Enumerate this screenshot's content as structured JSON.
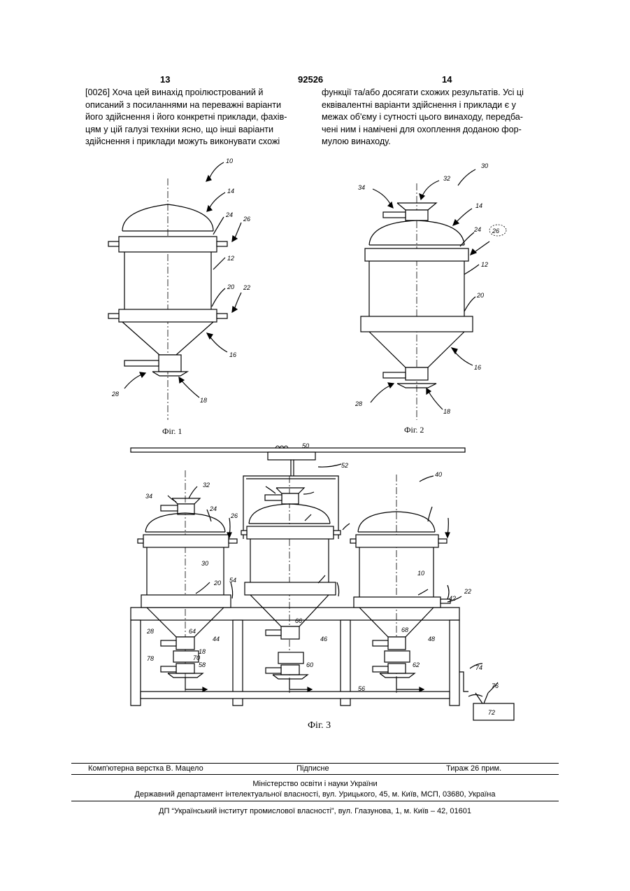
{
  "header": {
    "left_page": "13",
    "doc_number": "92526",
    "right_page": "14"
  },
  "body_text": {
    "left_lines": [
      "[0026] Хоча цей винахід проілюстрований й",
      "описаний з посиланнями на переважні варіанти",
      "його здійснення і його конкретні приклади, фахів-",
      "цям у цій галузі техніки ясно, що інші варіанти",
      "здійснення і приклади можуть виконувати схожі"
    ],
    "right_lines": [
      "функції та/або досягати схожих результатів. Усі ці",
      "еквівалентні варіанти здійснення і приклади є у",
      "межах об'єму і сутності цього винаходу, передба-",
      "чені ним і намічені для охоплення доданою фор-",
      "мулою винаходу."
    ]
  },
  "figures": {
    "fig1": {
      "caption": "Фіг. 1",
      "labels": [
        "10",
        "14",
        "24",
        "26",
        "12",
        "20",
        "22",
        "16",
        "28",
        "18"
      ]
    },
    "fig2": {
      "caption": "Фіг. 2",
      "labels": [
        "30",
        "32",
        "34",
        "14",
        "24",
        "26",
        "12",
        "20",
        "16",
        "28",
        "18"
      ]
    },
    "fig3": {
      "caption": "Фіг. 3",
      "labels": [
        "50",
        "52",
        "40",
        "32",
        "34",
        "24",
        "26",
        "30",
        "20",
        "54",
        "10",
        "22",
        "42",
        "28",
        "66",
        "68",
        "64",
        "44",
        "46",
        "48",
        "18",
        "70",
        "78",
        "58",
        "60",
        "62",
        "74",
        "76",
        "56",
        "72"
      ]
    }
  },
  "footer": {
    "layout_by": "Комп'ютерна верстка В. Мацело",
    "signed": "Підписне",
    "circulation": "Тираж 26 прим.",
    "ministry": "Міністерство освіти і науки України",
    "department": "Державний департамент інтелектуальної власності, вул. Урицького, 45, м. Київ, МСП, 03680, Україна",
    "institute": "ДП “Український інститут промислової власності”, вул. Глазунова, 1, м. Київ – 42, 01601"
  }
}
